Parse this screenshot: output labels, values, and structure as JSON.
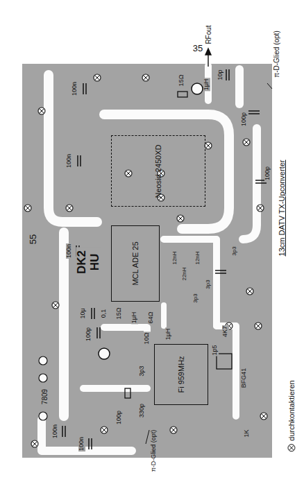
{
  "diagram": {
    "title": "13cm DATV TX-Upconverter",
    "nodes": [
      {
        "text": [
          "Neosid 2450XD"
        ]
      },
      {
        "text": [
          "MCL ADE 25"
        ]
      },
      {
        "text": [
          "Fi 959MHz"
        ]
      }
    ],
    "labels": [
      "35",
      "55",
      "RFout",
      "π-D-Glied (opt)",
      "DK2 HU",
      "7809",
      "π-D-Glied (opt)",
      "100n",
      "100n",
      "10p",
      "1μH",
      "15Ω",
      "100p",
      "100p",
      "100n",
      "0,1",
      "15Ω",
      "1μH",
      "10μ",
      "100p",
      "64Ω",
      "10Ω",
      "1μH",
      "3p3",
      "330p",
      "100p",
      "100n",
      "100n",
      "12nH",
      "22nH",
      "12nH",
      "3p3",
      "3p3",
      "3p3",
      "4K7",
      "1p5",
      "BFG41",
      "1K"
    ],
    "legend": [
      {
        "text": "durchkontaktieren"
      }
    ]
  }
}
